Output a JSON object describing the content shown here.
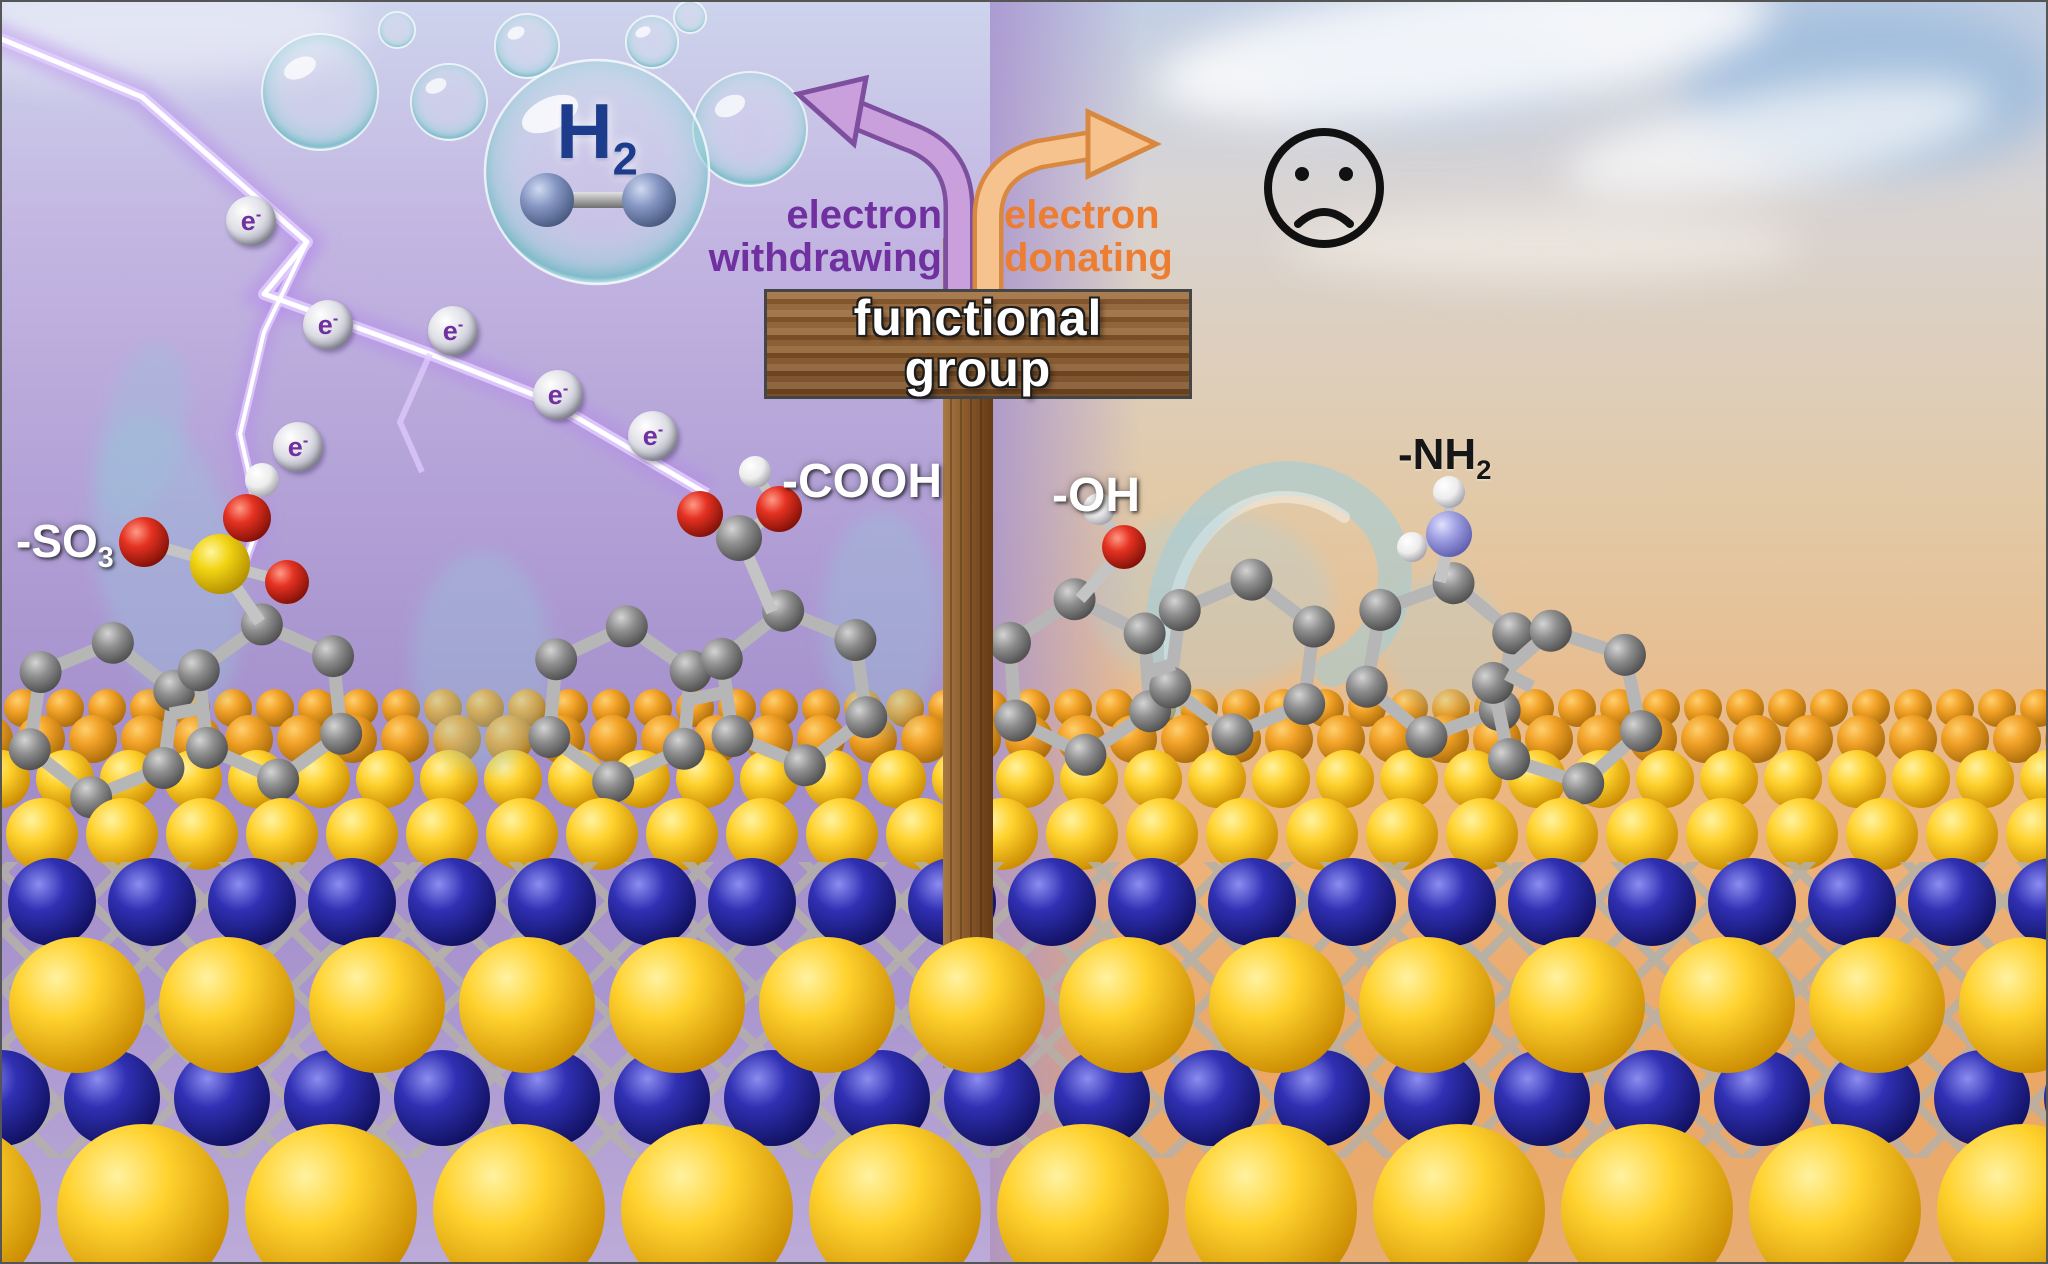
{
  "figure": {
    "bubble_formula": {
      "main": "H",
      "sub": "2"
    },
    "electron": {
      "symbol": "e",
      "charge": "-"
    },
    "arrow_labels": {
      "withdrawing": {
        "line1": "electron",
        "line2": "withdrawing"
      },
      "donating": {
        "line1": "electron",
        "line2": "donating"
      }
    },
    "signpost": {
      "line1": "functional",
      "line2": "group"
    },
    "functional_groups": {
      "so3": {
        "main": "-SO",
        "sub": "3"
      },
      "cooh": {
        "label": "-COOH"
      },
      "oh": {
        "label": "-OH"
      },
      "nh2": {
        "main": "-NH",
        "sub": "2"
      }
    },
    "colors": {
      "withdrawing_accent": "#7030a0",
      "donating_accent": "#ed7d31",
      "sign_wood": "#84562a",
      "sulfur_yellow": "#f2d413",
      "molybdenum_blue": "#3030b4",
      "left_sky_purple": "#a28cc9",
      "right_sky_orange": "#ecb47e"
    }
  }
}
